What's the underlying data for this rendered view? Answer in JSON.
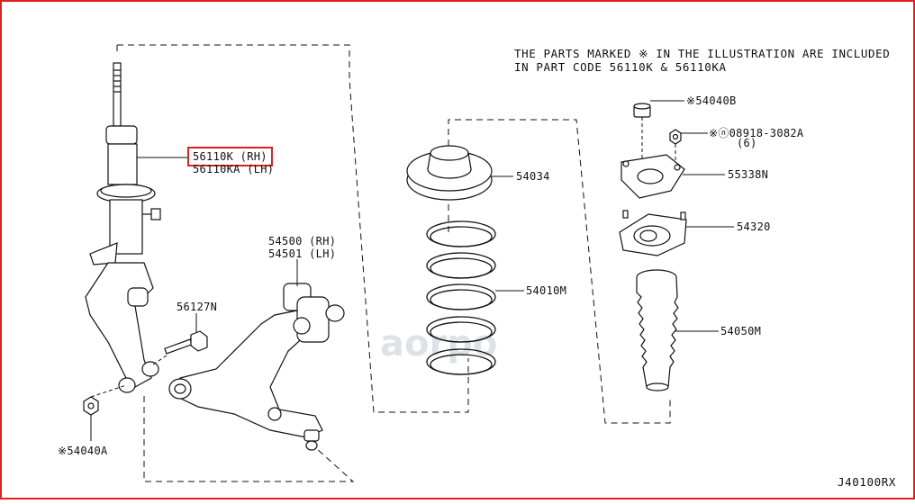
{
  "note": {
    "line1": "THE PARTS MARKED  ※ IN THE ILLUSTRATION ARE INCLUDED",
    "line2": "IN PART CODE 56110K & 56110KA"
  },
  "labels": {
    "strut_rh": "56110K (RH)",
    "strut_lh": "56110KA (LH)",
    "arm_rh": "54500 (RH)",
    "arm_lh": "54501 (LH)",
    "bolt": "56127N",
    "nut_lower": "※54040A",
    "seat": "54034",
    "spring": "54010M",
    "nut_top": "※54040B",
    "nut_flange": "※ⓝ08918-3082A",
    "nut_flange_qty": "(6)",
    "plate": "55338N",
    "mount": "54320",
    "boot": "54050M"
  },
  "footer_code": "J40100RX",
  "watermark": "aorpo",
  "colors": {
    "border": "#e02020",
    "highlight": "#e02020",
    "line": "#111111"
  }
}
